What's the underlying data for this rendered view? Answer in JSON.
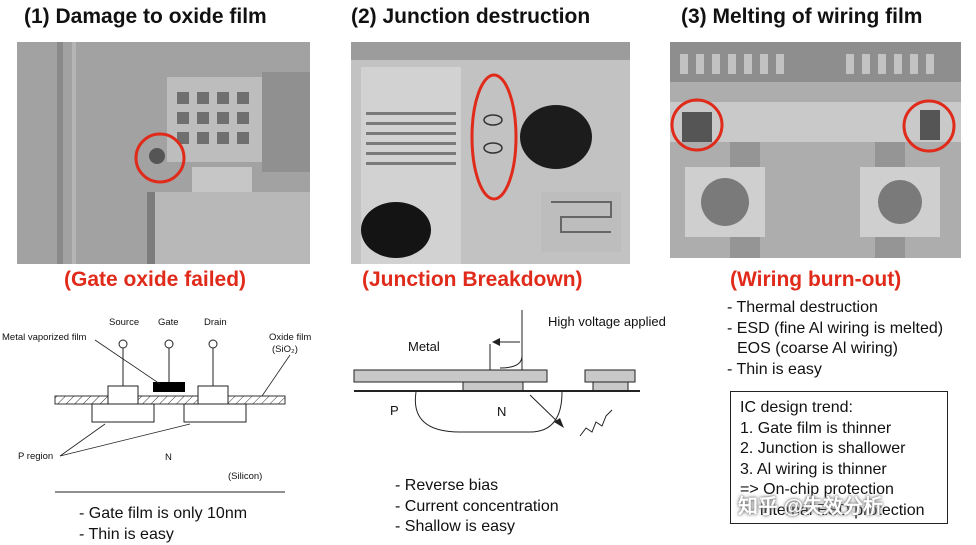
{
  "panels": [
    {
      "title": "(1) Damage to oxide film",
      "caption": "(Gate oxide failed)",
      "bullets": [
        "- Gate film is only 10nm",
        "- Thin is easy"
      ]
    },
    {
      "title": "(2) Junction destruction",
      "caption": "(Junction Breakdown)",
      "bullets": [
        "- Reverse bias",
        "- Current concentration",
        "- Shallow  is easy"
      ]
    },
    {
      "title": "(3) Melting of wiring film",
      "caption": "(Wiring burn-out)",
      "bullets": [
        "- Thermal destruction",
        "- ESD (fine Al wiring is melted)",
        "EOS (coarse Al wiring)",
        "- Thin is easy"
      ]
    }
  ],
  "diagram1": {
    "source": "Source",
    "gate": "Gate",
    "drain": "Drain",
    "metal_vaporized": "Metal vaporized film",
    "oxide_film": "Oxide film",
    "oxide_formula": "(SiO₂)",
    "p_region": "P region",
    "n_label": "N",
    "silicon": "(Silicon)"
  },
  "diagram2": {
    "high_voltage": "High voltage applied",
    "metal": "Metal",
    "p_label": "P",
    "n_label": "N"
  },
  "trend": {
    "heading": "IC design trend:",
    "items": [
      "1. Gate film is thinner",
      "2. Junction is shallower",
      "3. Al wiring is thinner",
      "=> On-chip protection",
      "internal ESD protection"
    ]
  },
  "watermark": "知乎 @失效分析",
  "colors": {
    "accent_red": "#e02a1a"
  }
}
